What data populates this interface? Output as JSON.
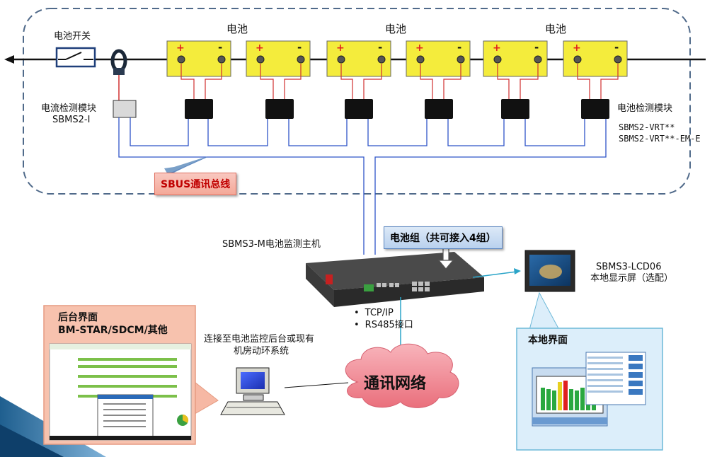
{
  "battery_labels": [
    "电池",
    "电池",
    "电池"
  ],
  "battery_terminals": {
    "positive": "+",
    "negative": "-"
  },
  "battery_switch_label": "电池开关",
  "current_module": {
    "name": "电流检测模块",
    "model": "SBMS2-I"
  },
  "battery_module": {
    "name": "电池检测模块",
    "models": [
      "SBMS2-VRT**",
      "SBMS2-VRT**-EM-E"
    ]
  },
  "sbus_label": "SBUS通讯总线",
  "host_label": "SBMS3-M电池监测主机",
  "group_label": "电池组（共可接入4组）",
  "lcd": {
    "model": "SBMS3-LCD06",
    "desc": "本地显示屏（选配）"
  },
  "interfaces": [
    "TCP/IP",
    "RS485接口"
  ],
  "connect_note": [
    "连接至电池监控后台或现有",
    "机房动环系统"
  ],
  "network_label": "通讯网络",
  "backend_panel": {
    "title": "后台界面",
    "subtitle": "BM-STAR/SDCM/其他"
  },
  "local_panel": {
    "title": "本地界面"
  },
  "colors": {
    "battery_fill": "#f4ec3c",
    "bus_line": "#2f55c8",
    "sense_line": "#d03030",
    "dashed_border": "#506a8a",
    "cloud_fill": "#f08a94"
  }
}
